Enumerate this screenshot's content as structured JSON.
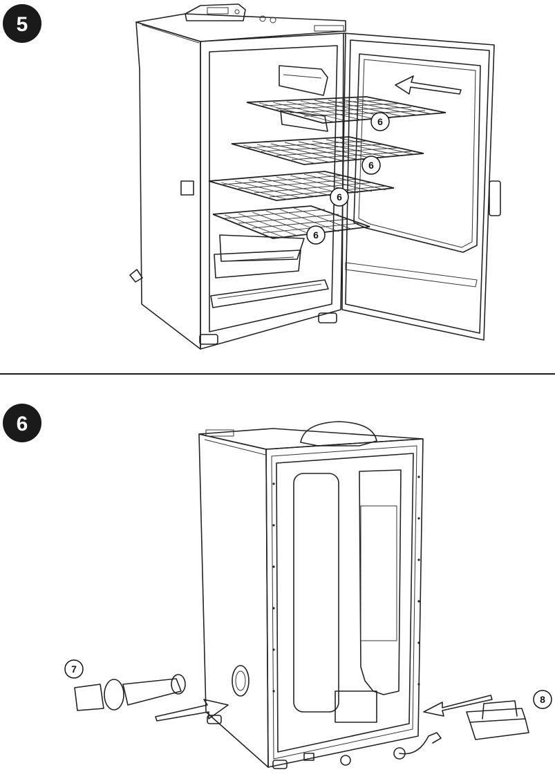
{
  "steps": [
    {
      "number": "5",
      "callouts": [
        "6",
        "6",
        "6",
        "6"
      ]
    },
    {
      "number": "6",
      "callouts": [
        "7",
        "8"
      ]
    }
  ],
  "colors": {
    "ink": "#222222",
    "badge": "#1a1a1a",
    "part_fill": "#d7d7d7",
    "divider": "#1a1a1a"
  }
}
